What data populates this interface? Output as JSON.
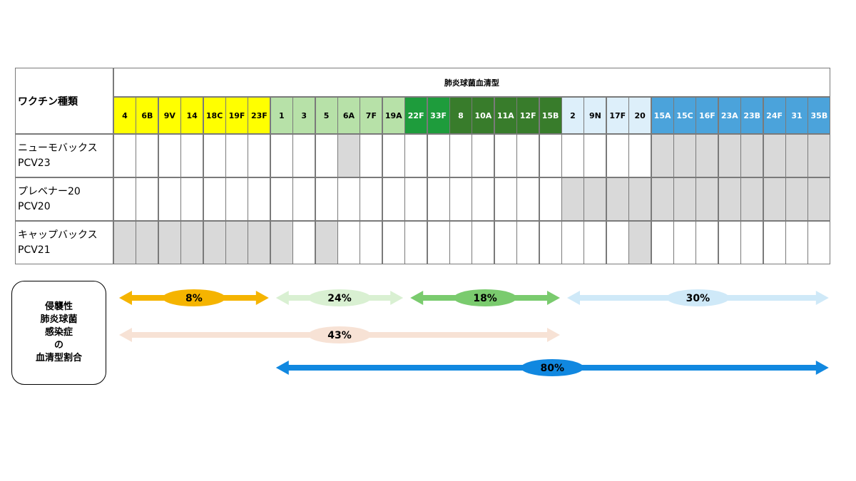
{
  "table": {
    "corner_label": "ワクチン種類",
    "group_header": "肺炎球菌血清型",
    "serotypes": [
      {
        "label": "4",
        "bg": "#FFFF00",
        "fg": "#000000"
      },
      {
        "label": "6B",
        "bg": "#FFFF00",
        "fg": "#000000"
      },
      {
        "label": "9V",
        "bg": "#FFFF00",
        "fg": "#000000"
      },
      {
        "label": "14",
        "bg": "#FFFF00",
        "fg": "#000000"
      },
      {
        "label": "18C",
        "bg": "#FFFF00",
        "fg": "#000000"
      },
      {
        "label": "19F",
        "bg": "#FFFF00",
        "fg": "#000000"
      },
      {
        "label": "23F",
        "bg": "#FFFF00",
        "fg": "#000000"
      },
      {
        "label": "1",
        "bg": "#B7E1A8",
        "fg": "#000000"
      },
      {
        "label": "3",
        "bg": "#B7E1A8",
        "fg": "#000000"
      },
      {
        "label": "5",
        "bg": "#B7E1A8",
        "fg": "#000000"
      },
      {
        "label": "6A",
        "bg": "#B7E1A8",
        "fg": "#000000"
      },
      {
        "label": "7F",
        "bg": "#B7E1A8",
        "fg": "#000000"
      },
      {
        "label": "19A",
        "bg": "#B7E1A8",
        "fg": "#000000"
      },
      {
        "label": "22F",
        "bg": "#1E9C3C",
        "fg": "#FFFFFF"
      },
      {
        "label": "33F",
        "bg": "#1E9C3C",
        "fg": "#FFFFFF"
      },
      {
        "label": "8",
        "bg": "#387C2B",
        "fg": "#FFFFFF"
      },
      {
        "label": "10A",
        "bg": "#387C2B",
        "fg": "#FFFFFF"
      },
      {
        "label": "11A",
        "bg": "#387C2B",
        "fg": "#FFFFFF"
      },
      {
        "label": "12F",
        "bg": "#387C2B",
        "fg": "#FFFFFF"
      },
      {
        "label": "15B",
        "bg": "#387C2B",
        "fg": "#FFFFFF"
      },
      {
        "label": "2",
        "bg": "#DDEFFA",
        "fg": "#000000"
      },
      {
        "label": "9N",
        "bg": "#DDEFFA",
        "fg": "#000000"
      },
      {
        "label": "17F",
        "bg": "#DDEFFA",
        "fg": "#000000"
      },
      {
        "label": "20",
        "bg": "#DDEFFA",
        "fg": "#000000"
      },
      {
        "label": "15A",
        "bg": "#4BA3DB",
        "fg": "#FFFFFF"
      },
      {
        "label": "15C",
        "bg": "#4BA3DB",
        "fg": "#FFFFFF"
      },
      {
        "label": "16F",
        "bg": "#4BA3DB",
        "fg": "#FFFFFF"
      },
      {
        "label": "23A",
        "bg": "#4BA3DB",
        "fg": "#FFFFFF"
      },
      {
        "label": "23B",
        "bg": "#4BA3DB",
        "fg": "#FFFFFF"
      },
      {
        "label": "24F",
        "bg": "#4BA3DB",
        "fg": "#FFFFFF"
      },
      {
        "label": "31",
        "bg": "#4BA3DB",
        "fg": "#FFFFFF"
      },
      {
        "label": "35B",
        "bg": "#4BA3DB",
        "fg": "#FFFFFF"
      }
    ],
    "vaccines": [
      {
        "name": "ニューモバックス",
        "code": "PCV23",
        "shaded": [
          10,
          24,
          25,
          26,
          27,
          28,
          29,
          30,
          31
        ]
      },
      {
        "name": "プレベナー20",
        "code": "PCV20",
        "shaded": [
          20,
          21,
          22,
          23,
          24,
          25,
          26,
          27,
          28,
          29,
          30,
          31
        ]
      },
      {
        "name": "キャップバックス",
        "code": "PCV21",
        "shaded": [
          0,
          1,
          2,
          3,
          4,
          5,
          6,
          7,
          9,
          23
        ]
      }
    ],
    "shade_color": "#D9D9D9"
  },
  "legend": {
    "lines": [
      "侵襲性",
      "肺炎球菌",
      "感染症",
      "の",
      "血清型割合"
    ]
  },
  "arrows": [
    {
      "label": "8%",
      "from_col": 0,
      "to_col": 6,
      "row": 0,
      "color": "#F5B400",
      "text_color": "#000000"
    },
    {
      "label": "24%",
      "from_col": 7,
      "to_col": 12,
      "row": 0,
      "color": "#D9F0D2",
      "text_color": "#000000"
    },
    {
      "label": "18%",
      "from_col": 13,
      "to_col": 19,
      "row": 0,
      "color": "#7ACB6E",
      "text_color": "#000000"
    },
    {
      "label": "30%",
      "from_col": 20,
      "to_col": 31,
      "row": 0,
      "color": "#CFE9F8",
      "text_color": "#000000"
    },
    {
      "label": "43%",
      "from_col": 0,
      "to_col": 19,
      "row": 1,
      "color": "#F7E2D5",
      "text_color": "#000000"
    },
    {
      "label": "80%",
      "from_col": 7,
      "to_col": 31,
      "row": 2,
      "color": "#1188E0",
      "text_color": "#000000"
    }
  ]
}
